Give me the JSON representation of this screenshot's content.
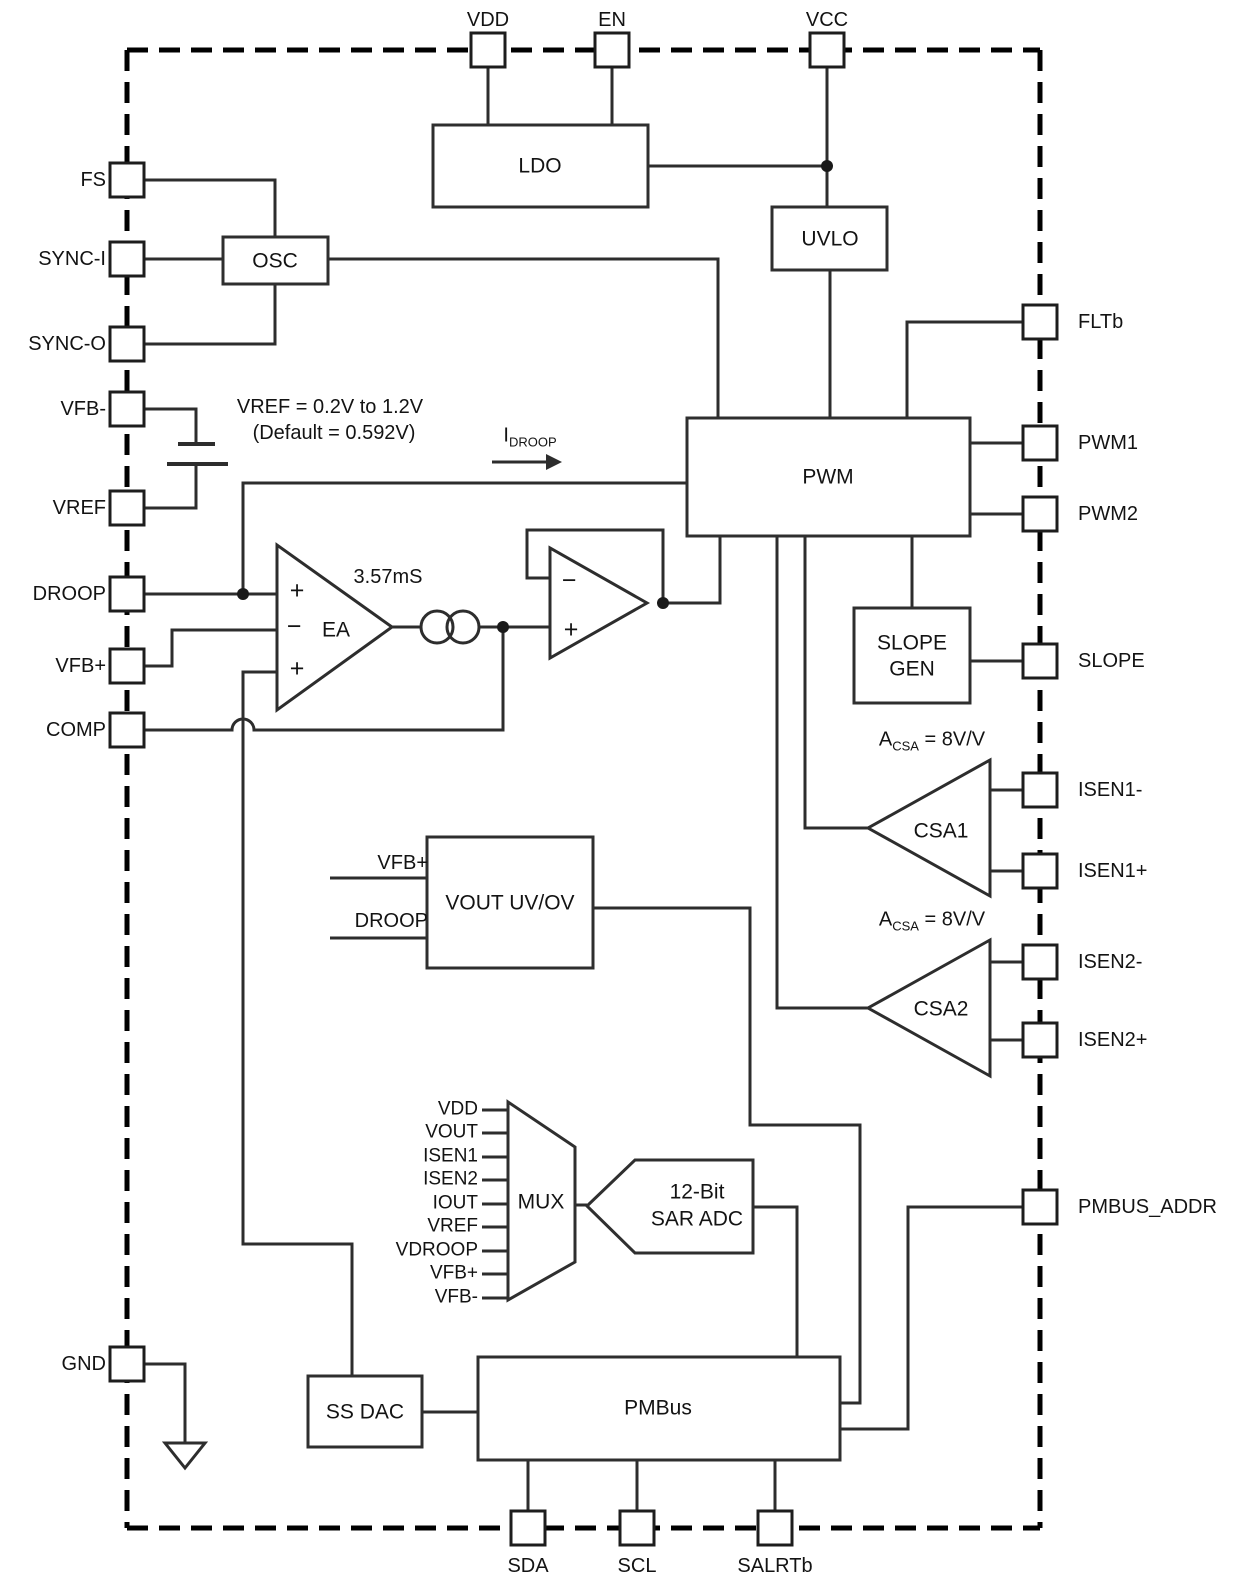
{
  "pins": {
    "top": {
      "vdd": "VDD",
      "en": "EN",
      "vcc": "VCC"
    },
    "left": {
      "fs": "FS",
      "sync_i": "SYNC-I",
      "sync_o": "SYNC-O",
      "vfb_n": "VFB-",
      "vref": "VREF",
      "droop": "DROOP",
      "vfb_p": "VFB+",
      "comp": "COMP",
      "gnd": "GND"
    },
    "right": {
      "fltb": "FLTb",
      "pwm1": "PWM1",
      "pwm2": "PWM2",
      "slope": "SLOPE",
      "isen1_n": "ISEN1-",
      "isen1_p": "ISEN1+",
      "isen2_n": "ISEN2-",
      "isen2_p": "ISEN2+",
      "pmbus_addr": "PMBUS_ADDR"
    },
    "bottom": {
      "sda": "SDA",
      "scl": "SCL",
      "salrtb": "SALRTb"
    }
  },
  "blocks": {
    "ldo": "LDO",
    "uvlo": "UVLO",
    "osc": "OSC",
    "pwm": "PWM",
    "slope_gen_1": "SLOPE",
    "slope_gen_2": "GEN",
    "vout_uvov": "VOUT UV/OV",
    "mux": "MUX",
    "adc_1": "12-Bit",
    "adc_2": "SAR ADC",
    "ss_dac": "SS DAC",
    "pmbus": "PMBus"
  },
  "amplifiers": {
    "ea": "EA",
    "csa1": "CSA1",
    "csa2": "CSA2",
    "gm": "3.57mS",
    "gain_main": "A",
    "gain_sub": "CSA",
    "gain_value": " = 8V/V",
    "plus": "+",
    "minus": "−"
  },
  "annotations": {
    "vref_range": "VREF = 0.2V to 1.2V",
    "vref_default": "(Default = 0.592V)",
    "idroop_main": "I",
    "idroop_sub": "DROOP"
  },
  "vout_uvov_inputs": {
    "vfb_p": "VFB+",
    "droop": "DROOP"
  },
  "mux_inputs": [
    "VDD",
    "VOUT",
    "ISEN1",
    "ISEN2",
    "IOUT",
    "VREF",
    "VDROOP",
    "VFB+",
    "VFB-"
  ]
}
